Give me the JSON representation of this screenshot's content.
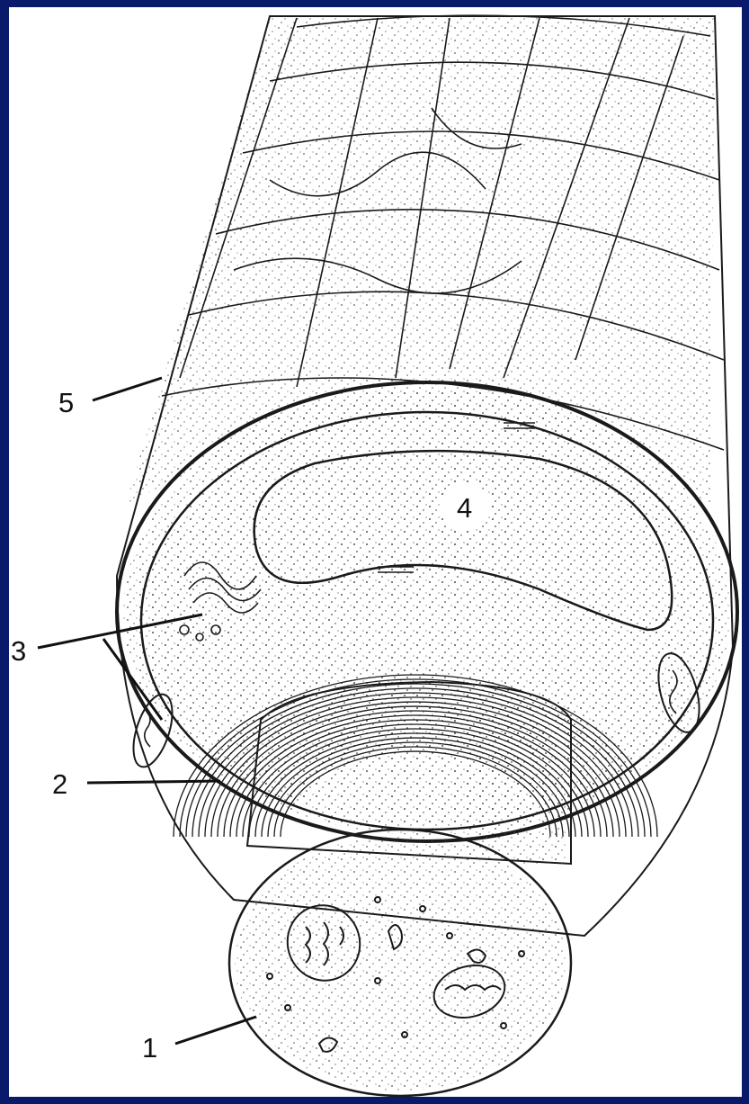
{
  "diagram": {
    "labels": [
      {
        "id": "axon",
        "text": "1"
      },
      {
        "id": "myelin",
        "text": "2"
      },
      {
        "id": "cytoplasm",
        "text": "3"
      },
      {
        "id": "nucleus",
        "text": "4"
      },
      {
        "id": "fibers",
        "text": "5"
      }
    ]
  },
  "colors": {
    "frame": "#0a1a6a",
    "background": "#ffffff",
    "ink": "#1a1a1a"
  }
}
